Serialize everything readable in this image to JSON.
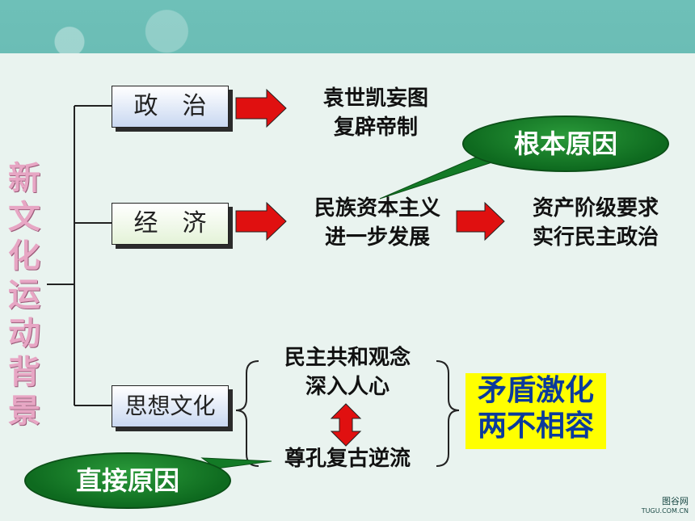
{
  "title_vertical": [
    "新",
    "文",
    "化",
    "运",
    "动",
    "背",
    "景"
  ],
  "categories": [
    {
      "label": "政　治",
      "result": [
        "袁世凯妄图",
        "复辟帝制"
      ]
    },
    {
      "label": "经　济",
      "result": [
        "民族资本主义",
        "进一步发展"
      ],
      "extra": [
        "资产阶级要求",
        "实行民主政治"
      ]
    },
    {
      "label": "思想文化",
      "result_top": [
        "民主共和观念",
        "深入人心"
      ],
      "result_bottom": "尊孔复古逆流"
    }
  ],
  "callouts": {
    "root_cause": "根本原因",
    "direct_cause": "直接原因"
  },
  "conclusion": [
    "矛盾激化",
    "两不相容"
  ],
  "watermark": {
    "site": "图谷网",
    "url": "TUGU.COM.CN"
  },
  "colors": {
    "arrow": "#e01010",
    "bubble": "#137a26",
    "highlight_bg": "#ffff00",
    "highlight_text": "#0b3a9b",
    "title": "#e7a6c4"
  }
}
